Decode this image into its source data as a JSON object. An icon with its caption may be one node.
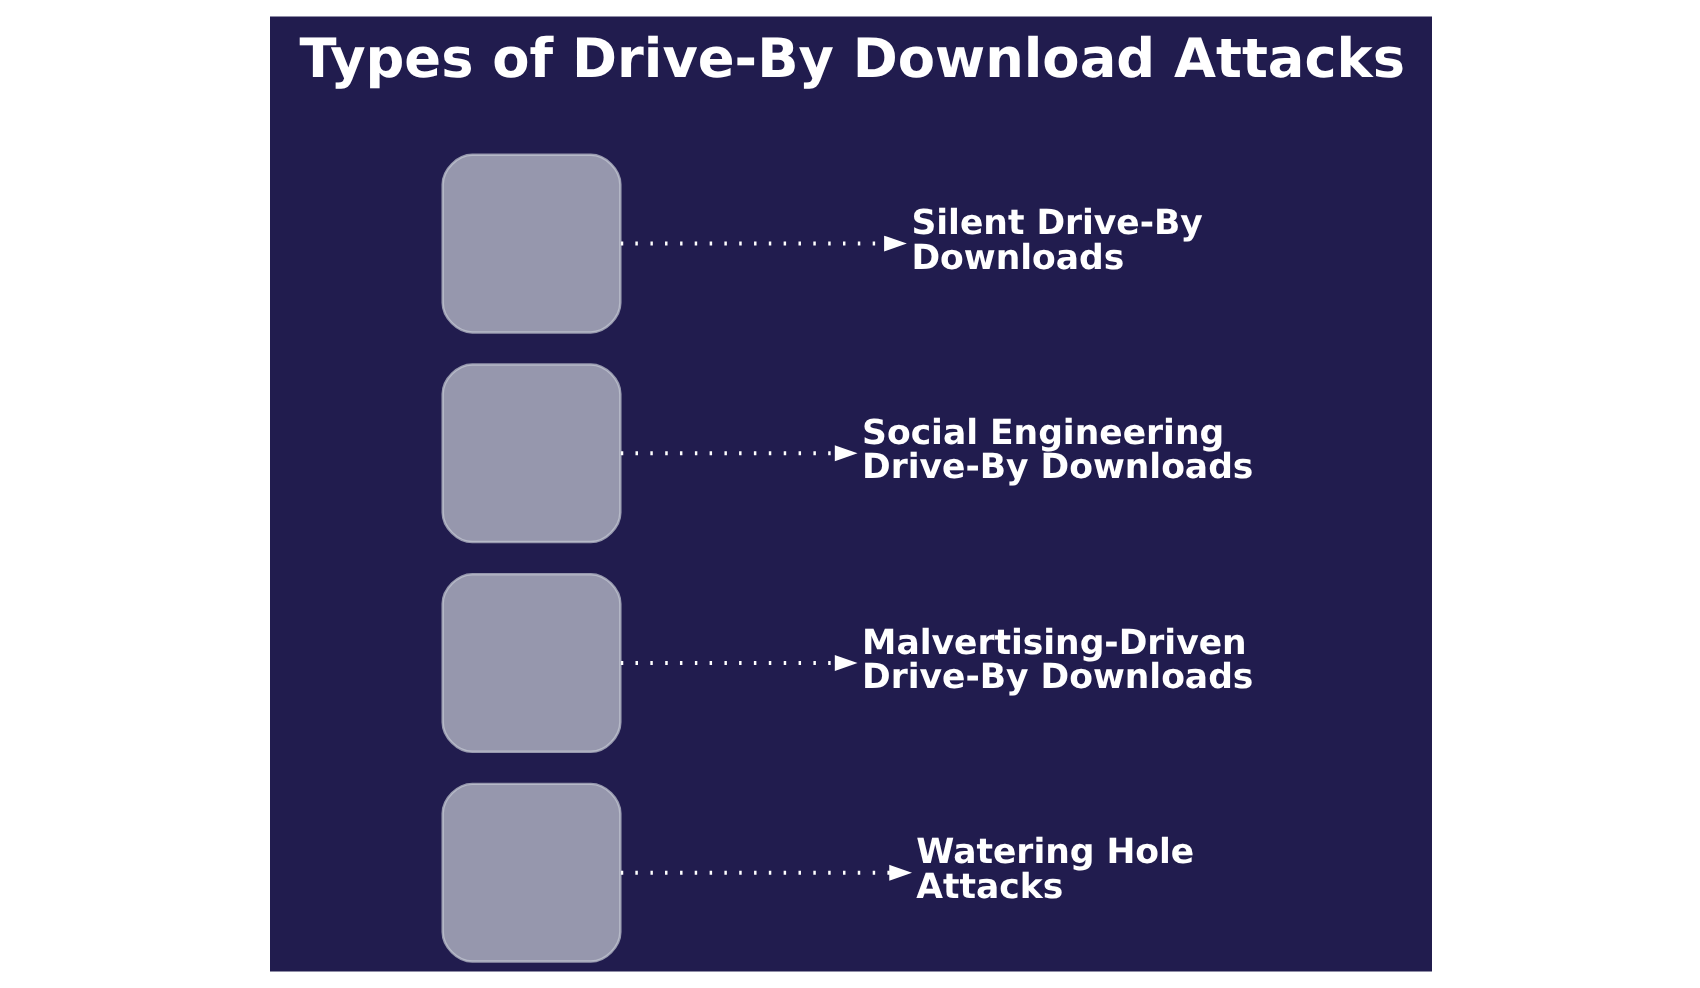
{
  "diagram": {
    "title": "Types of Drive-By Download Attacks",
    "nodes": [
      {
        "text": [],
        "shape": "box"
      },
      {
        "text": [
          "Silent Drive-By Downloads"
        ]
      },
      {
        "text": [],
        "shape": "box"
      },
      {
        "text": [
          "Social Engineering Drive-By Downloads"
        ]
      },
      {
        "text": [],
        "shape": "box"
      },
      {
        "text": [
          "Malvertising-Driven Drive-By Downloads"
        ]
      },
      {
        "text": [],
        "shape": "box"
      },
      {
        "text": [
          "Watering Hole Attacks"
        ]
      }
    ],
    "edges": [
      {
        "from": 0,
        "to": 1,
        "arrow": "to",
        "style": "dashed"
      },
      {
        "from": 2,
        "to": 3,
        "arrow": "to",
        "style": "dashed"
      },
      {
        "from": 4,
        "to": 5,
        "arrow": "to",
        "style": "dashed"
      },
      {
        "from": 6,
        "to": 7,
        "arrow": "to",
        "style": "dashed"
      }
    ]
  }
}
